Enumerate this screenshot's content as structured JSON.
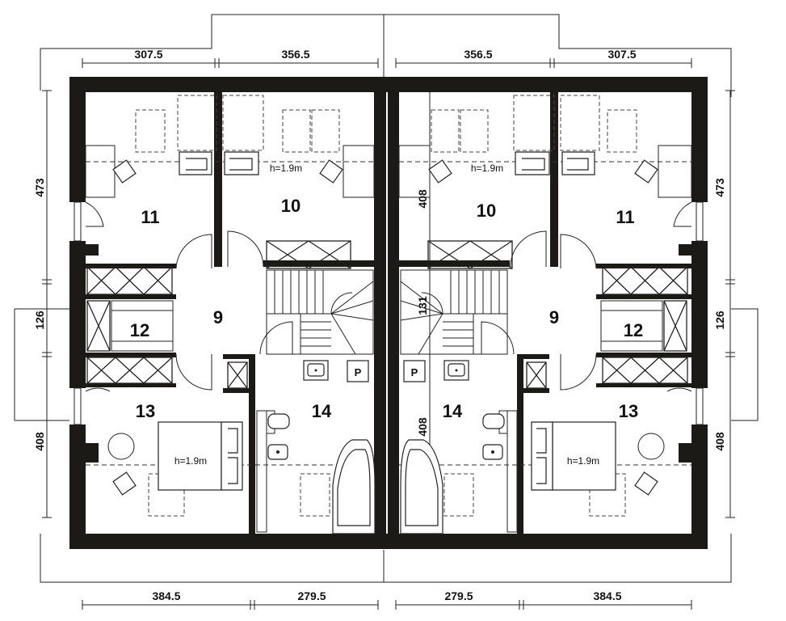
{
  "rooms": {
    "r9": "9",
    "r10": "10",
    "r11": "11",
    "r12": "12",
    "r13": "13",
    "r14": "14"
  },
  "dimensions": {
    "top_outer": "307.5",
    "top_inner": "356.5",
    "bottom_outer": "384.5",
    "bottom_inner": "279.5",
    "side_upper": "473",
    "side_middle": "126",
    "side_lower": "408",
    "inner_left": "408",
    "stair_dim": "131"
  },
  "labels": {
    "headroom": "h=1.9m",
    "parking_symbol": "P"
  }
}
